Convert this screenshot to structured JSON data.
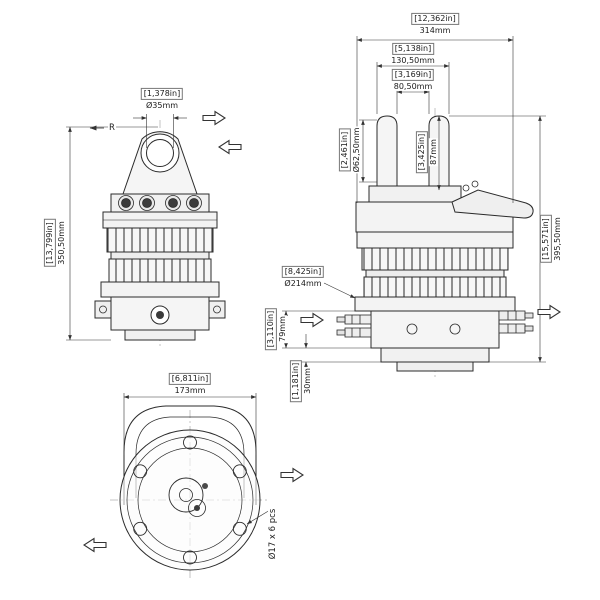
{
  "labels": {
    "rotation": "R",
    "bolt_pattern": "Ø17 x 6 pcs"
  },
  "dims": {
    "front_hole": {
      "in": "[1,378in]",
      "mm": "Ø35mm"
    },
    "front_height": {
      "in": "[13,799in]",
      "mm": "350,50mm"
    },
    "side_width": {
      "in": "[12,362in]",
      "mm": "314mm"
    },
    "fork_outer": {
      "in": "[5,138in]",
      "mm": "130,50mm"
    },
    "fork_inner": {
      "in": "[3,169in]",
      "mm": "80,50mm"
    },
    "prong_height": {
      "in": "[3,425in]",
      "mm": "87mm"
    },
    "pin_bore": {
      "in": "[2,461in]",
      "mm": "Ø62,50mm"
    },
    "side_height": {
      "in": "[15,571in]",
      "mm": "395,50mm"
    },
    "flange_dia": {
      "in": "[8,425in]",
      "mm": "Ø214mm"
    },
    "manifold_height": {
      "in": "[3,110in]",
      "mm": "79mm"
    },
    "base_height": {
      "in": "[1,181in]",
      "mm": "30mm"
    },
    "bottom_width": {
      "in": "[6,811in]",
      "mm": "173mm"
    }
  }
}
